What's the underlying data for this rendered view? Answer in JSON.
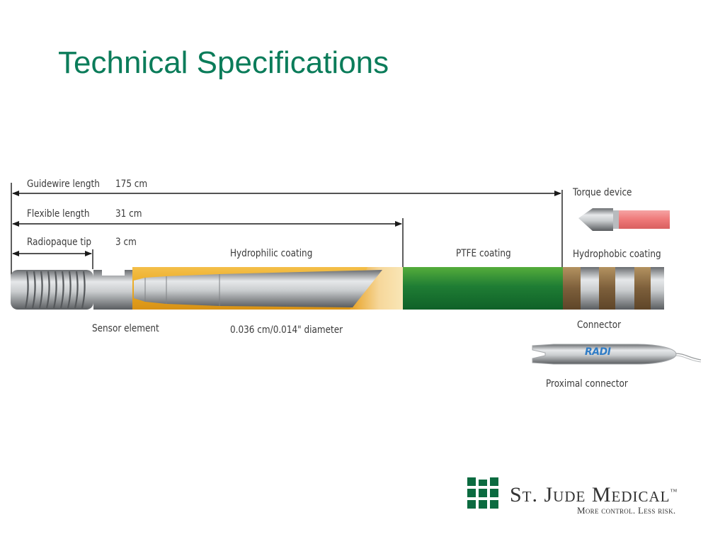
{
  "title": "Technical Specifications",
  "dimensions": [
    {
      "label": "Guidewire length",
      "value": "175 cm"
    },
    {
      "label": "Flexible length",
      "value": "31 cm"
    },
    {
      "label": "Radiopaque tip",
      "value": "3 cm"
    }
  ],
  "sections": {
    "hydrophilic": "Hydrophilic coating",
    "ptfe": "PTFE coating",
    "hydrophobic": "Hydrophobic coating"
  },
  "callouts": {
    "torque_device": "Torque device",
    "sensor_element": "Sensor element",
    "diameter": "0.036 cm/0.014\" diameter",
    "connector": "Connector",
    "proximal_connector": "Proximal connector",
    "connector_brand": "RADI"
  },
  "logo": {
    "name": "St. Jude Medical",
    "trademark": "™",
    "tagline": "More control. Less risk."
  },
  "colors": {
    "title": "#0b7c5a",
    "hydrophilic": "#e9a922",
    "ptfe": "#27872f",
    "hydrophobic": "#7a5d3a",
    "torque": "#f08383",
    "logo_green": "#0b6b40"
  }
}
